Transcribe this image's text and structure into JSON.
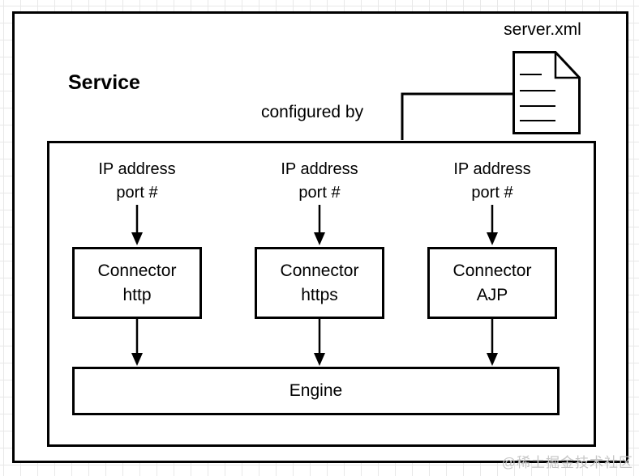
{
  "colors": {
    "line": "#000000",
    "grid": "#e8e8e8",
    "background": "#ffffff",
    "watermark": "#c6c6c6"
  },
  "diagram": {
    "service_label": "Service",
    "file_label": "server.xml",
    "configured_by_label": "configured by",
    "columns": [
      {
        "input_line1": "IP address",
        "input_line2": "port #",
        "box_line1": "Connector",
        "box_line2": "http"
      },
      {
        "input_line1": "IP address",
        "input_line2": "port #",
        "box_line1": "Connector",
        "box_line2": "https"
      },
      {
        "input_line1": "IP address",
        "input_line2": "port #",
        "box_line1": "Connector",
        "box_line2": "AJP"
      }
    ],
    "engine_label": "Engine",
    "watermark": "@稀土掘金技术社区"
  }
}
